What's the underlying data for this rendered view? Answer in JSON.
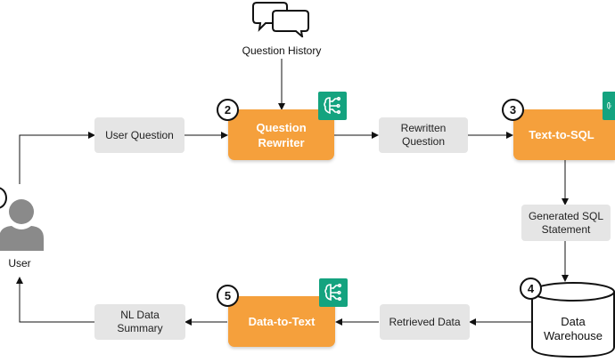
{
  "title": "",
  "nodes": {
    "question_history": "Question History",
    "user": "User",
    "user_question": "User Question",
    "question_rewriter": "Question Rewriter",
    "rewritten_question": "Rewritten Question",
    "text_to_sql": "Text-to-SQL",
    "generated_sql": "Generated SQL Statement",
    "data_warehouse": "Data Warehouse",
    "retrieved_data": "Retrieved Data",
    "data_to_text": "Data-to-Text",
    "nl_summary": "NL Data Summary"
  },
  "step_numbers": {
    "question_rewriter": "2",
    "text_to_sql": "3",
    "data_warehouse": "4",
    "data_to_text": "5"
  },
  "icons": {
    "chat": "chat-bubbles-icon",
    "user": "user-icon",
    "ai_model": "brain-circuit-icon",
    "database": "database-cylinder-icon"
  },
  "colors": {
    "step": "#f5a03c",
    "ai_badge": "#14a37f",
    "intermediate": "#e5e5e5"
  }
}
